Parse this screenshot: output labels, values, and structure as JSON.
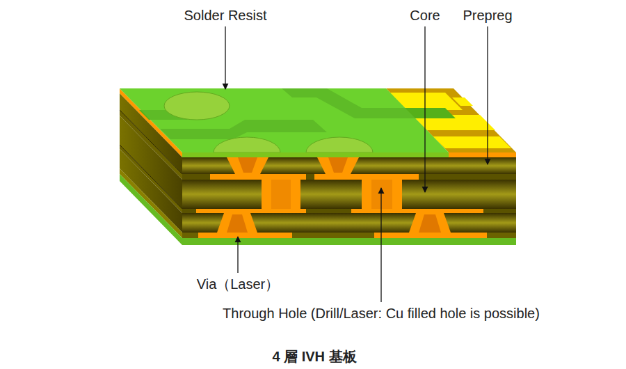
{
  "diagram": {
    "caption": "4 層 IVH 基板",
    "labels": [
      "Solder Resist",
      "Core",
      "Prepreg",
      "Via（Laser）",
      "Through Hole (Drill/Laser: Cu filled hole is possible)"
    ]
  }
}
